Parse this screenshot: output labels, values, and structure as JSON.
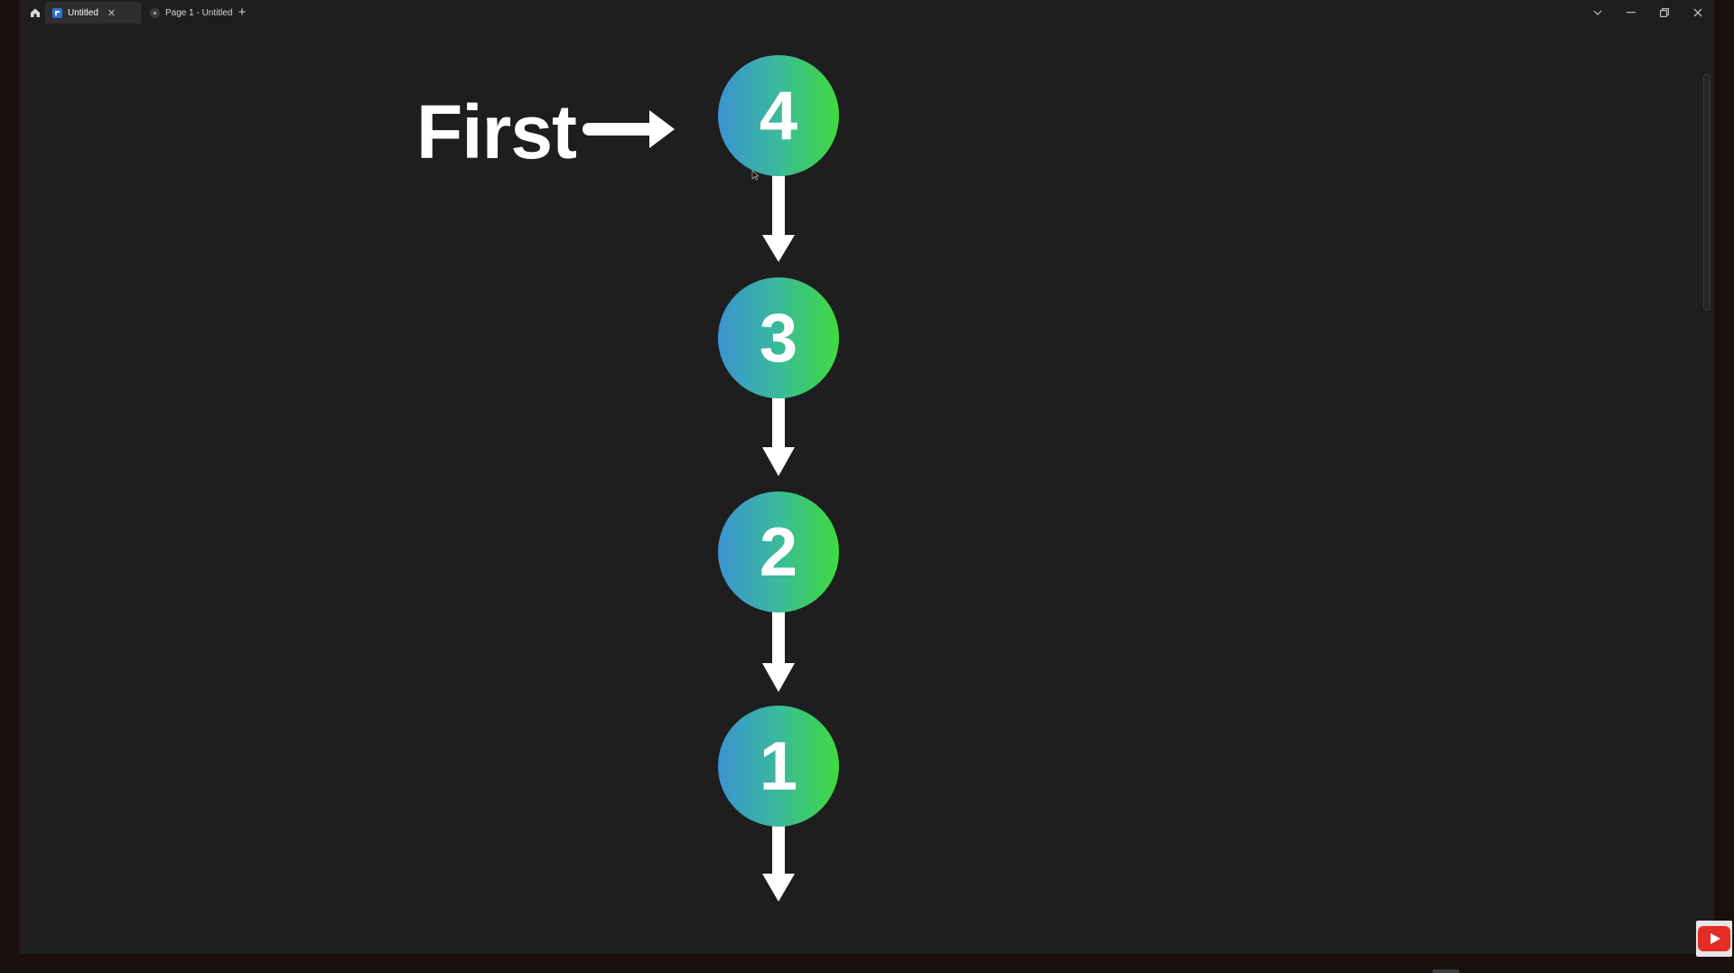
{
  "tabs": [
    {
      "label": "Untitled",
      "active": true
    },
    {
      "label": "Page 1 - Untitled",
      "active": false
    }
  ],
  "icons": {
    "home": "home-icon",
    "figma": "figma-file-icon",
    "page": "page-icon",
    "close": "close-icon",
    "new_tab": "plus-icon",
    "dropdown": "chevron-down-icon",
    "minimize": "minimize-icon",
    "restore": "restore-icon",
    "window_close": "close-icon",
    "youtube": "youtube-play-icon",
    "cursor": "mouse-cursor-icon"
  },
  "tab_close_glyph": "✕",
  "new_tab_glyph": "+",
  "canvas": {
    "first_label": "First",
    "nodes": [
      "4",
      "3",
      "2",
      "1"
    ]
  },
  "colors": {
    "window_bg": "#1e1e1e",
    "node_gradient_start": "#3b93d2",
    "node_gradient_end": "#3fdb3e",
    "arrow": "#ffffff",
    "youtube_red": "#e52d27"
  }
}
